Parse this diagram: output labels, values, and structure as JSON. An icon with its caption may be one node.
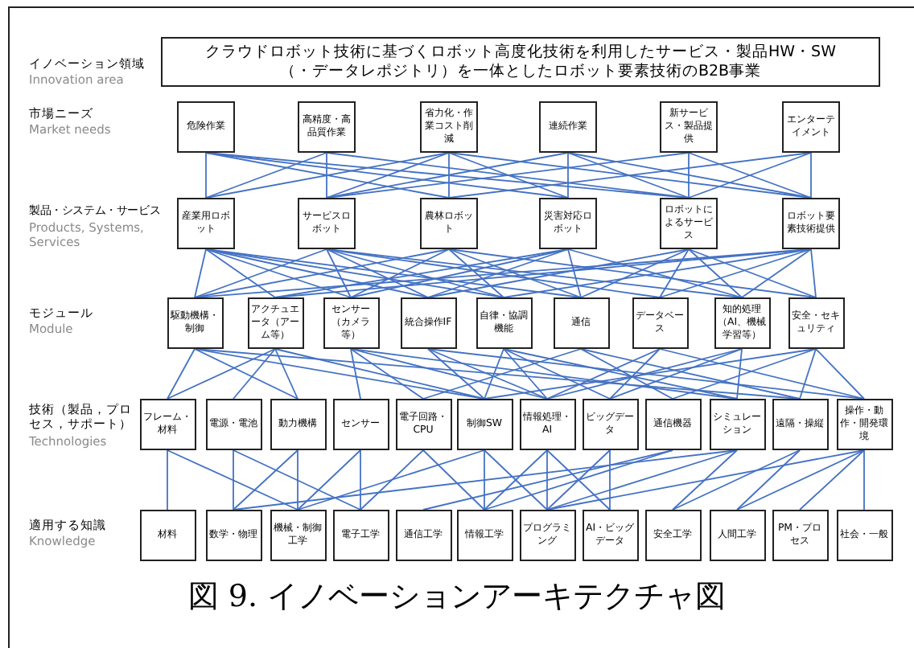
{
  "diagram": {
    "caption": "図 9. イノベーションアーキテクチャ図",
    "nodes": [
      {
        "text": [
          "クラウドロボット技術に基づくロボット高度化技術を利用したサービス・製品HW・SW（・データレポジトリ）を一体としたロボット要素技術のB2B事業"
        ]
      },
      {
        "text": [
          "危険作業"
        ]
      },
      {
        "text": [
          "高精度・高品質作業"
        ]
      },
      {
        "text": [
          "省力化・作業コスト削減"
        ]
      },
      {
        "text": [
          "連続作業"
        ]
      },
      {
        "text": [
          "新サービス・製品提供"
        ]
      },
      {
        "text": [
          "エンターテイメント"
        ]
      },
      {
        "text": [
          "産業用ロボット"
        ]
      },
      {
        "text": [
          "サービスロボット"
        ]
      },
      {
        "text": [
          "農林ロボット"
        ]
      },
      {
        "text": [
          "災害対応ロボット"
        ]
      },
      {
        "text": [
          "ロボットによるサービス"
        ]
      },
      {
        "text": [
          "ロボット要素技術提供"
        ]
      },
      {
        "text": [
          "駆動機構・制御"
        ]
      },
      {
        "text": [
          "アクチュエータ（アーム等）"
        ]
      },
      {
        "text": [
          "センサー（カメラ等）"
        ]
      },
      {
        "text": [
          "統合操作IF"
        ]
      },
      {
        "text": [
          "自律・協調機能"
        ]
      },
      {
        "text": [
          "通信"
        ]
      },
      {
        "text": [
          "データベース"
        ]
      },
      {
        "text": [
          "知的処理（AI、機械学習等）"
        ]
      },
      {
        "text": [
          "安全・セキュリティ"
        ]
      },
      {
        "text": [
          "フレーム・材料"
        ]
      },
      {
        "text": [
          "電源・電池"
        ]
      },
      {
        "text": [
          "動力機構"
        ]
      },
      {
        "text": [
          "センサー"
        ]
      },
      {
        "text": [
          "電子回路・CPU"
        ]
      },
      {
        "text": [
          "制御SW"
        ]
      },
      {
        "text": [
          "情報処理・AI"
        ]
      },
      {
        "text": [
          "ビッグデータ"
        ]
      },
      {
        "text": [
          "通信機器"
        ]
      },
      {
        "text": [
          "シミュレーション"
        ]
      },
      {
        "text": [
          "遠隔・操縦"
        ]
      },
      {
        "text": [
          "操作・動作・開発環境"
        ]
      },
      {
        "text": [
          "材料"
        ]
      },
      {
        "text": [
          "数学・物理"
        ]
      },
      {
        "text": [
          "機械・制御工学"
        ]
      },
      {
        "text": [
          "電子工学"
        ]
      },
      {
        "text": [
          "通信工学"
        ]
      },
      {
        "text": [
          "情報工学"
        ]
      },
      {
        "text": [
          "プログラミング"
        ]
      },
      {
        "text": [
          "AI・ビッグデータ"
        ]
      },
      {
        "text": [
          "安全工学"
        ]
      },
      {
        "text": [
          "人間工学"
        ]
      },
      {
        "text": [
          "PM・プロセス"
        ]
      },
      {
        "text": [
          "社会・一般"
        ]
      }
    ],
    "edges": [
      {
        "from": 1,
        "to": 7,
        "arrow": "none"
      },
      {
        "from": 1,
        "to": 9,
        "arrow": "none"
      },
      {
        "from": 1,
        "to": 10,
        "arrow": "none"
      },
      {
        "from": 1,
        "to": 11,
        "arrow": "none"
      },
      {
        "from": 2,
        "to": 7,
        "arrow": "none"
      },
      {
        "from": 2,
        "to": 8,
        "arrow": "none"
      },
      {
        "from": 2,
        "to": 11,
        "arrow": "none"
      },
      {
        "from": 3,
        "to": 7,
        "arrow": "none"
      },
      {
        "from": 3,
        "to": 8,
        "arrow": "none"
      },
      {
        "from": 3,
        "to": 9,
        "arrow": "none"
      },
      {
        "from": 3,
        "to": 10,
        "arrow": "none"
      },
      {
        "from": 3,
        "to": 12,
        "arrow": "none"
      },
      {
        "from": 4,
        "to": 8,
        "arrow": "none"
      },
      {
        "from": 4,
        "to": 10,
        "arrow": "none"
      },
      {
        "from": 4,
        "to": 11,
        "arrow": "none"
      },
      {
        "from": 4,
        "to": 12,
        "arrow": "none"
      },
      {
        "from": 5,
        "to": 8,
        "arrow": "none"
      },
      {
        "from": 5,
        "to": 11,
        "arrow": "none"
      },
      {
        "from": 5,
        "to": 12,
        "arrow": "none"
      },
      {
        "from": 6,
        "to": 9,
        "arrow": "none"
      },
      {
        "from": 6,
        "to": 11,
        "arrow": "none"
      },
      {
        "from": 6,
        "to": 12,
        "arrow": "none"
      },
      {
        "from": 7,
        "to": 13,
        "arrow": "none"
      },
      {
        "from": 7,
        "to": 14,
        "arrow": "none"
      },
      {
        "from": 7,
        "to": 15,
        "arrow": "none"
      },
      {
        "from": 7,
        "to": 16,
        "arrow": "none"
      },
      {
        "from": 7,
        "to": 17,
        "arrow": "none"
      },
      {
        "from": 7,
        "to": 18,
        "arrow": "none"
      },
      {
        "from": 8,
        "to": 13,
        "arrow": "none"
      },
      {
        "from": 8,
        "to": 15,
        "arrow": "none"
      },
      {
        "from": 8,
        "to": 16,
        "arrow": "none"
      },
      {
        "from": 8,
        "to": 17,
        "arrow": "none"
      },
      {
        "from": 8,
        "to": 19,
        "arrow": "none"
      },
      {
        "from": 8,
        "to": 20,
        "arrow": "none"
      },
      {
        "from": 9,
        "to": 13,
        "arrow": "none"
      },
      {
        "from": 9,
        "to": 15,
        "arrow": "none"
      },
      {
        "from": 9,
        "to": 17,
        "arrow": "none"
      },
      {
        "from": 9,
        "to": 18,
        "arrow": "none"
      },
      {
        "from": 9,
        "to": 21,
        "arrow": "none"
      },
      {
        "from": 10,
        "to": 14,
        "arrow": "none"
      },
      {
        "from": 10,
        "to": 15,
        "arrow": "none"
      },
      {
        "from": 10,
        "to": 16,
        "arrow": "none"
      },
      {
        "from": 10,
        "to": 18,
        "arrow": "none"
      },
      {
        "from": 10,
        "to": 20,
        "arrow": "none"
      },
      {
        "from": 11,
        "to": 16,
        "arrow": "none"
      },
      {
        "from": 11,
        "to": 18,
        "arrow": "none"
      },
      {
        "from": 11,
        "to": 19,
        "arrow": "none"
      },
      {
        "from": 11,
        "to": 20,
        "arrow": "none"
      },
      {
        "from": 11,
        "to": 21,
        "arrow": "none"
      },
      {
        "from": 12,
        "to": 13,
        "arrow": "none"
      },
      {
        "from": 12,
        "to": 14,
        "arrow": "none"
      },
      {
        "from": 12,
        "to": 17,
        "arrow": "none"
      },
      {
        "from": 12,
        "to": 19,
        "arrow": "none"
      },
      {
        "from": 12,
        "to": 20,
        "arrow": "none"
      },
      {
        "from": 12,
        "to": 21,
        "arrow": "none"
      },
      {
        "from": 13,
        "to": 22,
        "arrow": "none"
      },
      {
        "from": 13,
        "to": 24,
        "arrow": "none"
      },
      {
        "from": 13,
        "to": 27,
        "arrow": "none"
      },
      {
        "from": 13,
        "to": 32,
        "arrow": "none"
      },
      {
        "from": 14,
        "to": 22,
        "arrow": "none"
      },
      {
        "from": 14,
        "to": 23,
        "arrow": "none"
      },
      {
        "from": 14,
        "to": 24,
        "arrow": "none"
      },
      {
        "from": 14,
        "to": 27,
        "arrow": "none"
      },
      {
        "from": 15,
        "to": 25,
        "arrow": "none"
      },
      {
        "from": 15,
        "to": 26,
        "arrow": "none"
      },
      {
        "from": 15,
        "to": 28,
        "arrow": "none"
      },
      {
        "from": 15,
        "to": 31,
        "arrow": "none"
      },
      {
        "from": 16,
        "to": 27,
        "arrow": "none"
      },
      {
        "from": 16,
        "to": 28,
        "arrow": "none"
      },
      {
        "from": 16,
        "to": 33,
        "arrow": "none"
      },
      {
        "from": 17,
        "to": 27,
        "arrow": "none"
      },
      {
        "from": 17,
        "to": 28,
        "arrow": "none"
      },
      {
        "from": 17,
        "to": 29,
        "arrow": "none"
      },
      {
        "from": 17,
        "to": 31,
        "arrow": "none"
      },
      {
        "from": 18,
        "to": 26,
        "arrow": "none"
      },
      {
        "from": 18,
        "to": 30,
        "arrow": "none"
      },
      {
        "from": 18,
        "to": 32,
        "arrow": "none"
      },
      {
        "from": 19,
        "to": 28,
        "arrow": "none"
      },
      {
        "from": 19,
        "to": 29,
        "arrow": "none"
      },
      {
        "from": 19,
        "to": 33,
        "arrow": "none"
      },
      {
        "from": 20,
        "to": 28,
        "arrow": "none"
      },
      {
        "from": 20,
        "to": 29,
        "arrow": "none"
      },
      {
        "from": 20,
        "to": 31,
        "arrow": "none"
      },
      {
        "from": 21,
        "to": 27,
        "arrow": "none"
      },
      {
        "from": 21,
        "to": 30,
        "arrow": "none"
      },
      {
        "from": 21,
        "to": 32,
        "arrow": "none"
      },
      {
        "from": 21,
        "to": 33,
        "arrow": "none"
      },
      {
        "from": 22,
        "to": 34,
        "arrow": "none"
      },
      {
        "from": 22,
        "to": 36,
        "arrow": "none"
      },
      {
        "from": 23,
        "to": 35,
        "arrow": "none"
      },
      {
        "from": 23,
        "to": 37,
        "arrow": "none"
      },
      {
        "from": 24,
        "to": 35,
        "arrow": "none"
      },
      {
        "from": 24,
        "to": 36,
        "arrow": "none"
      },
      {
        "from": 25,
        "to": 36,
        "arrow": "none"
      },
      {
        "from": 25,
        "to": 37,
        "arrow": "none"
      },
      {
        "from": 26,
        "to": 37,
        "arrow": "none"
      },
      {
        "from": 26,
        "to": 39,
        "arrow": "none"
      },
      {
        "from": 27,
        "to": 36,
        "arrow": "none"
      },
      {
        "from": 27,
        "to": 39,
        "arrow": "none"
      },
      {
        "from": 27,
        "to": 40,
        "arrow": "none"
      },
      {
        "from": 28,
        "to": 39,
        "arrow": "none"
      },
      {
        "from": 28,
        "to": 40,
        "arrow": "none"
      },
      {
        "from": 28,
        "to": 41,
        "arrow": "none"
      },
      {
        "from": 29,
        "to": 40,
        "arrow": "none"
      },
      {
        "from": 29,
        "to": 41,
        "arrow": "none"
      },
      {
        "from": 30,
        "to": 38,
        "arrow": "none"
      },
      {
        "from": 30,
        "to": 39,
        "arrow": "none"
      },
      {
        "from": 31,
        "to": 35,
        "arrow": "none"
      },
      {
        "from": 31,
        "to": 40,
        "arrow": "none"
      },
      {
        "from": 31,
        "to": 42,
        "arrow": "none"
      },
      {
        "from": 32,
        "to": 42,
        "arrow": "none"
      },
      {
        "from": 32,
        "to": 43,
        "arrow": "none"
      },
      {
        "from": 33,
        "to": 40,
        "arrow": "none"
      },
      {
        "from": 33,
        "to": 43,
        "arrow": "none"
      },
      {
        "from": 33,
        "to": 44,
        "arrow": "none"
      },
      {
        "from": 33,
        "to": 45,
        "arrow": "none"
      }
    ],
    "labels": [
      "イノベーション領域",
      "Innovation area",
      "市場ニーズ",
      "Market needs",
      "製品・システム・サービス",
      "Products, Systems, Services",
      "モジュール",
      "Module",
      "技術（製品，プロセス，サポート）",
      "Technologies",
      "適用する知識",
      "Knowledge"
    ]
  }
}
